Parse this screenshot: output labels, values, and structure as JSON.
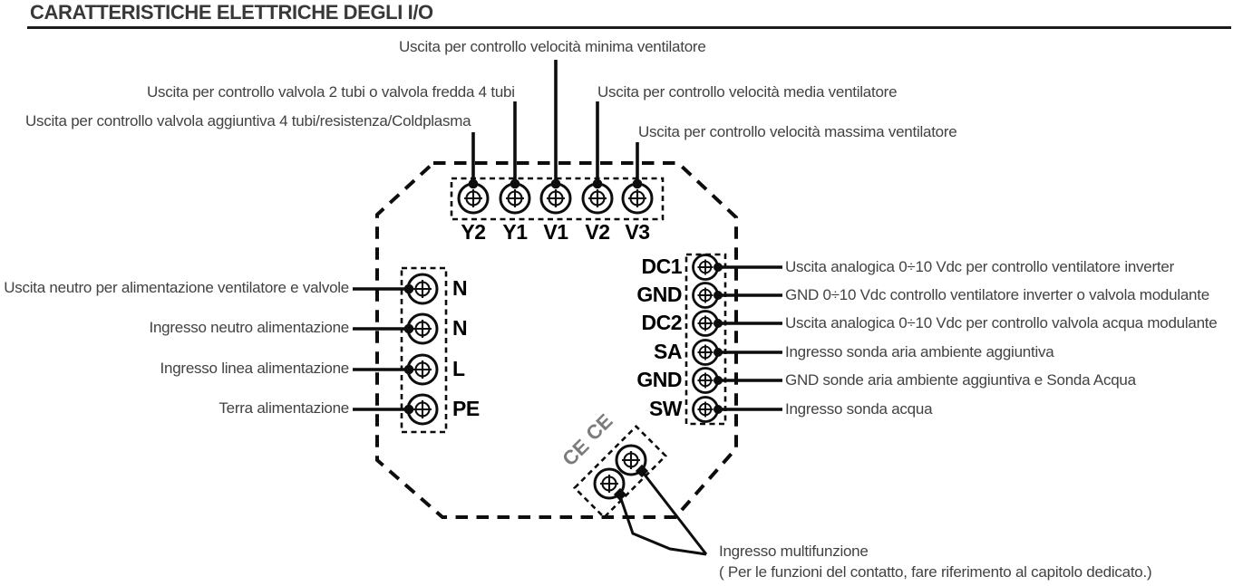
{
  "title": "CARATTERISTICHE ELETTRICHE DEGLI I/O",
  "diagram": {
    "top_annotations": [
      {
        "text": "Uscita per controllo velocità minima ventilatore",
        "terminal": "V1"
      },
      {
        "text": "Uscita per controllo valvola 2 tubi o valvola fredda 4 tubi",
        "terminal": "Y1"
      },
      {
        "text": "Uscita per controllo velocità media ventilatore",
        "terminal": "V2"
      },
      {
        "text": "Uscita per controllo valvola aggiuntiva 4 tubi/resistenza/Coldplasma",
        "terminal": "Y2"
      },
      {
        "text": "Uscita per controllo velocità massima ventilatore",
        "terminal": "V3"
      }
    ],
    "top_terminals": [
      "Y2",
      "Y1",
      "V1",
      "V2",
      "V3"
    ],
    "left_terminals": [
      {
        "label": "N",
        "annotation": "Uscita neutro per alimentazione ventilatore e valvole"
      },
      {
        "label": "N",
        "annotation": "Ingresso neutro alimentazione"
      },
      {
        "label": "L",
        "annotation": "Ingresso linea alimentazione"
      },
      {
        "label": "PE",
        "annotation": "Terra alimentazione"
      }
    ],
    "right_terminals": [
      {
        "label": "DC1",
        "annotation": "Uscita analogica 0÷10 Vdc per controllo ventilatore inverter"
      },
      {
        "label": "GND",
        "annotation": "GND 0÷10 Vdc controllo ventilatore inverter o valvola modulante"
      },
      {
        "label": "DC2",
        "annotation": "Uscita analogica 0÷10 Vdc per controllo valvola acqua modulante"
      },
      {
        "label": "SA",
        "annotation": "Ingresso sonda aria ambiente aggiuntiva"
      },
      {
        "label": "GND",
        "annotation": "GND sonde aria ambiente aggiuntiva e Sonda Acqua"
      },
      {
        "label": "SW",
        "annotation": "Ingresso sonda acqua"
      }
    ],
    "ce_terminals": [
      "CE",
      "CE"
    ],
    "multifunction": {
      "line1": "Ingresso multifunzione",
      "line2": "( Per le funzioni del contatto, fare riferimento al capitolo dedicato.)"
    },
    "colors": {
      "line": "#0d0d0d",
      "text": "#424242",
      "ce_text": "#7b7b7b",
      "title": "#383838"
    }
  }
}
